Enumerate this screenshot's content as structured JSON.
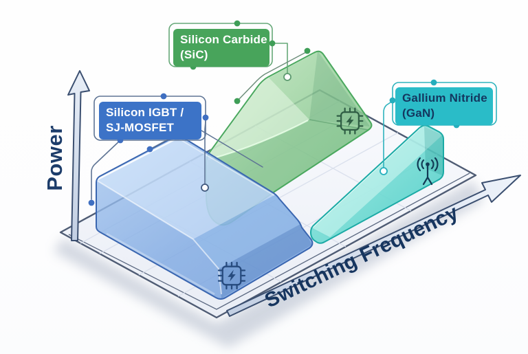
{
  "figure": {
    "type": "conceptual-3d-region-diagram",
    "topic": "Power semiconductor technology application areas by power and switching frequency"
  },
  "axes": {
    "y_label": "Power",
    "x_label": "Switching Frequency",
    "axis_text_color": "#1c3c6a",
    "arrow_fill": "#dde6f2",
    "arrow_outline": "#3b4f70"
  },
  "labels": {
    "sic": {
      "line1": "Silicon Carbide",
      "line2": "(SiC)",
      "box_color": "#48a45b",
      "text_color": "#ffffff",
      "outline_color": "#66a878"
    },
    "si": {
      "line1": "Silicon IGBT /",
      "line2": "SJ-MOSFET",
      "box_color": "#3c73c7",
      "text_color": "#ffffff",
      "outline_color": "#5e7494"
    },
    "gan": {
      "line1": "Gallium Nitride",
      "line2": "(GaN)",
      "box_color": "#2abcc8",
      "text_color": "#14375f",
      "outline_color": "#2fb3bd"
    }
  },
  "regions": [
    {
      "name": "silicon-igbt-sj-mosfet",
      "shape": "large box, low frequency / high power",
      "fill": "#7fa9e2",
      "edge": "#3a66b0",
      "icon": "chip-bolt-icon"
    },
    {
      "name": "silicon-carbide",
      "shape": "tall ramp block, mid frequency / high power",
      "fill": "#8cc98f",
      "edge": "#4aa85e",
      "icon": "chip-bolt-icon"
    },
    {
      "name": "gallium-nitride",
      "shape": "thin rising wedge, high frequency / lower power",
      "fill": "#5cd6cd",
      "edge": "#1baaa5",
      "icon": "antenna-wireless-icon"
    }
  ],
  "floor": {
    "fill": "#eef1f8",
    "grid_color": "#d9dfec",
    "border_color": "#4f5c74"
  }
}
